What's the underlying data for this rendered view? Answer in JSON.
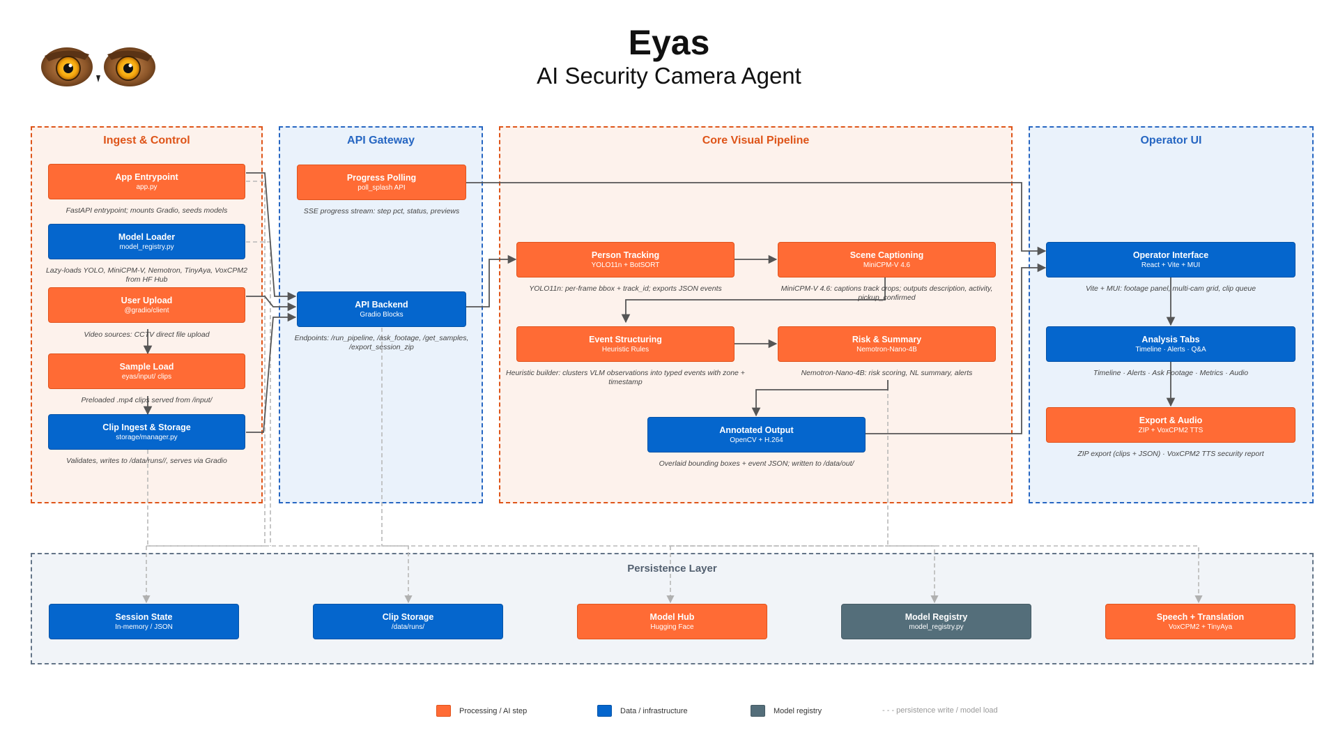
{
  "header": {
    "title": "Eyas",
    "subtitle": "AI Security Camera Agent"
  },
  "groups": {
    "ingest": "Ingest & Control",
    "api": "API Gateway",
    "core": "Core Visual Pipeline",
    "operator": "Operator UI",
    "persistence": "Persistence Layer"
  },
  "nodes": {
    "app_entry": {
      "title": "App Entrypoint",
      "sub": "app.py",
      "caption": "FastAPI entrypoint; mounts Gradio, seeds models"
    },
    "model_loader": {
      "title": "Model Loader",
      "sub": "model_registry.py",
      "caption": "Lazy-loads YOLO, MiniCPM-V, Nemotron, TinyAya, VoxCPM2 from HF Hub"
    },
    "user_upload": {
      "title": "User Upload",
      "sub": "@gradio/client",
      "caption": "Video sources: CCTV direct file upload"
    },
    "sample_load": {
      "title": "Sample Load",
      "sub": "eyas/input/ clips",
      "caption": "Preloaded .mp4 clips served from /input/"
    },
    "clip_ingest": {
      "title": "Clip Ingest & Storage",
      "sub": "storage/manager.py",
      "caption": "Validates, writes to /data/runs//, serves via Gradio"
    },
    "progress": {
      "title": "Progress Polling",
      "sub": "poll_splash API",
      "caption": "SSE progress stream: step pct, status, previews"
    },
    "api_backend": {
      "title": "API Backend",
      "sub": "Gradio Blocks",
      "caption": "Endpoints: /run_pipeline, /ask_footage, /get_samples, /export_session_zip"
    },
    "person_tracking": {
      "title": "Person Tracking",
      "sub": "YOLO11n + BotSORT",
      "caption": "YOLO11n: per-frame bbox + track_id; exports JSON events"
    },
    "scene_captioning": {
      "title": "Scene Captioning",
      "sub": "MiniCPM-V 4.6",
      "caption": "MiniCPM-V 4.6: captions track crops; outputs description, activity, pickup_confirmed"
    },
    "event_struct": {
      "title": "Event Structuring",
      "sub": "Heuristic Rules",
      "caption": "Heuristic builder: clusters VLM observations into typed events with zone + timestamp"
    },
    "risk_summary": {
      "title": "Risk & Summary",
      "sub": "Nemotron-Nano-4B",
      "caption": "Nemotron-Nano-4B: risk scoring, NL summary, alerts"
    },
    "annotated": {
      "title": "Annotated Output",
      "sub": "OpenCV + H.264",
      "caption": "Overlaid bounding boxes + event JSON; written to /data/out/"
    },
    "operator_iface": {
      "title": "Operator Interface",
      "sub": "React + Vite + MUI",
      "caption": "Vite + MUI: footage panel, multi-cam grid, clip queue"
    },
    "analysis_tabs": {
      "title": "Analysis Tabs",
      "sub": "Timeline · Alerts · Q&A",
      "caption": "Timeline · Alerts · Ask Footage · Metrics · Audio"
    },
    "export_audio": {
      "title": "Export & Audio",
      "sub": "ZIP + VoxCPM2 TTS",
      "caption": "ZIP export (clips + JSON) · VoxCPM2 TTS security report"
    },
    "session_state": {
      "title": "Session State",
      "sub": "In-memory / JSON"
    },
    "clip_storage": {
      "title": "Clip Storage",
      "sub": "/data/runs/"
    },
    "model_hub": {
      "title": "Model Hub",
      "sub": "Hugging Face"
    },
    "model_registry": {
      "title": "Model Registry",
      "sub": "model_registry.py"
    },
    "speech": {
      "title": "Speech + Translation",
      "sub": "VoxCPM2 + TinyAya"
    }
  },
  "legend": {
    "processing": "Processing / AI step",
    "data": "Data / infrastructure",
    "registry": "Model registry",
    "persistence": "- - - persistence write / model load"
  },
  "colors": {
    "processing": "#ff6b35",
    "data": "#0566cd",
    "registry": "#546e7a",
    "orange_border": "#de5418",
    "blue_border": "#2666c2",
    "slate_border": "#637487"
  },
  "icons": {
    "logo": "owl-eyes-icon"
  }
}
